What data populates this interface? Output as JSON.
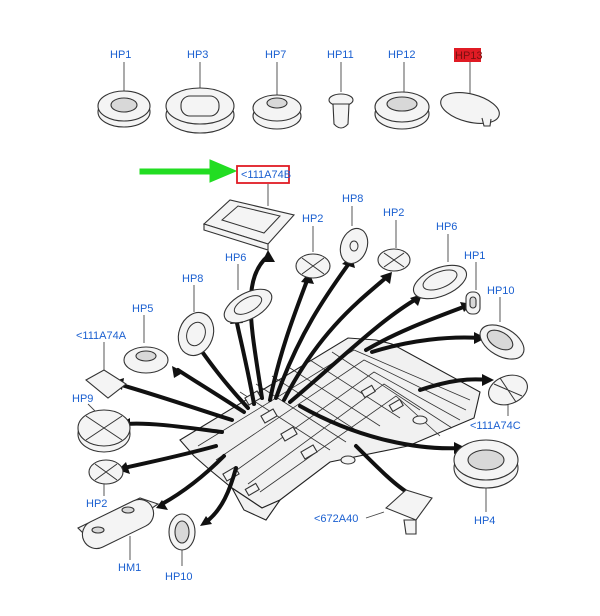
{
  "labels": {
    "hp1_top": "HP1",
    "hp3_top": "HP3",
    "hp7_top": "HP7",
    "hp11_top": "HP11",
    "hp12_top": "HP12",
    "hp13_top": "HP13",
    "a111a74b": "<111A74B",
    "hp8_a": "HP8",
    "hp2_a": "HP2",
    "hp2_b": "HP2",
    "hp6_a": "HP6",
    "hp6_b": "HP6",
    "hp1_b": "HP1",
    "hp8_b": "HP8",
    "hp10_a": "HP10",
    "hp5": "HP5",
    "a111a74a": "<111A74A",
    "hp9": "HP9",
    "a111a74c": "<111A74C",
    "hp2_c": "HP2",
    "a672a40": "<672A40",
    "hp4": "HP4",
    "hm1": "HM1",
    "hp10_b": "HP10"
  },
  "colors": {
    "label": "#1a5fd0",
    "highlight": "#e01b24",
    "arrow": "#22dd22"
  }
}
